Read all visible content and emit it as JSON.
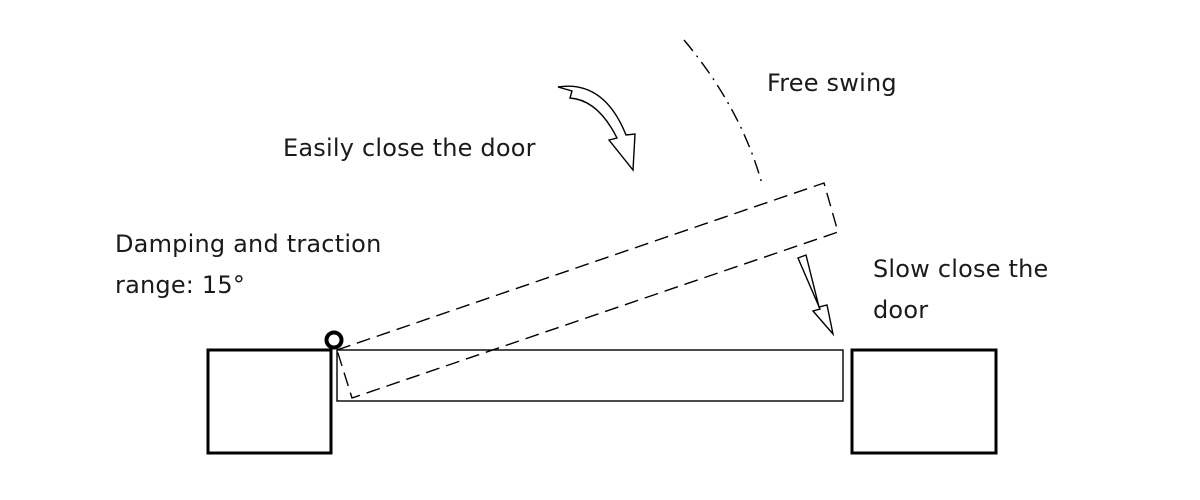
{
  "labels": {
    "free_swing": "Free swing",
    "easily_close": "Easily close the door",
    "damping_line1": "Damping and traction",
    "damping_line2": "range: 15°",
    "slow_close_line1": "Slow close the",
    "slow_close_line2": "door"
  },
  "colors": {
    "stroke": "#000000",
    "text": "#1a1a1a",
    "background": "#ffffff"
  }
}
